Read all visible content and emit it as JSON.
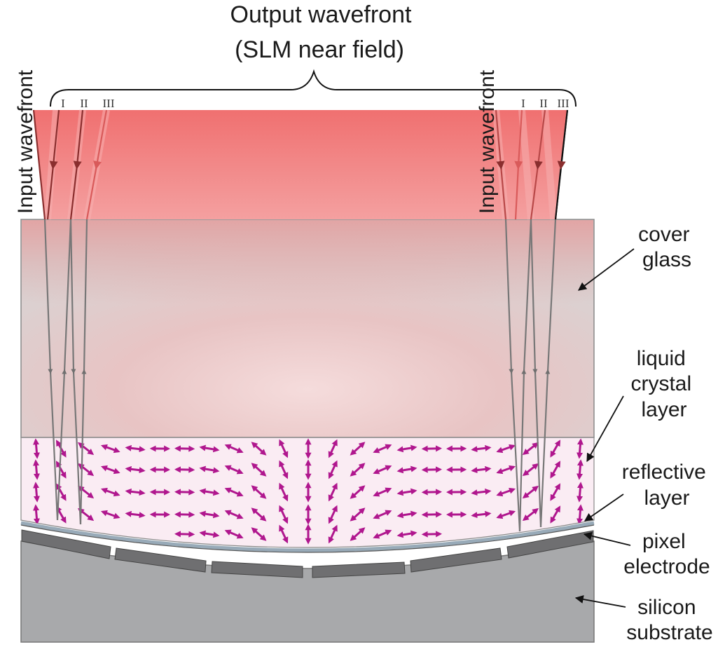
{
  "title": {
    "line1": "Output wavefront",
    "line2": "(SLM near field)"
  },
  "input_label_left": "Input wavefront",
  "input_label_right": "Input wavefront",
  "ray_labels_left": [
    "I",
    "II",
    "III"
  ],
  "ray_labels_right": [
    "I",
    "II",
    "III"
  ],
  "layers": [
    {
      "id": "cover-glass",
      "lines": [
        "cover",
        "glass"
      ]
    },
    {
      "id": "liquid-crystal-layer",
      "lines": [
        "liquid",
        "crystal",
        "layer"
      ]
    },
    {
      "id": "reflective-layer",
      "lines": [
        "reflective",
        "layer"
      ]
    },
    {
      "id": "pixel-electrode",
      "lines": [
        "pixel",
        "electrode"
      ]
    },
    {
      "id": "silicon-substrate",
      "lines": [
        "silicon",
        "substrate"
      ]
    }
  ],
  "colors": {
    "beam": "#ef5a5a",
    "lc_arrow": "#b0178e",
    "ray": "#777777",
    "cover_glass": "#d8d8d8",
    "substrate": "#a8a9ab",
    "electrode": "#6f6f71",
    "reflective": "#98aab8"
  }
}
